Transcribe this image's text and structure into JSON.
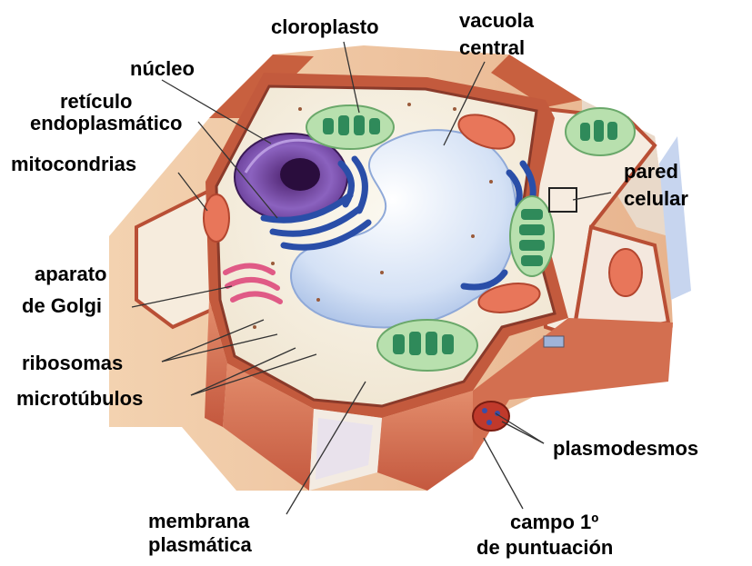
{
  "labels": {
    "cloroplasto": "cloroplasto",
    "vacuola_1": "vacuola",
    "vacuola_2": "central",
    "nucleo": "núcleo",
    "reticulo_1": "retículo",
    "reticulo_2": "endoplasmático",
    "mitocondrias": "mitocondrias",
    "pared_1": "pared",
    "pared_2": "celular",
    "golgi_1": "aparato",
    "golgi_2": "de Golgi",
    "ribosomas": "ribosomas",
    "microtubulos": "microtúbulos",
    "plasmodesmos": "plasmodesmos",
    "membrana_1": "membrana",
    "membrana_2": "plasmática",
    "campo_1": "campo 1º",
    "campo_2": "de puntuación"
  },
  "colors": {
    "cell_wall": "#d9785a",
    "wall_dark": "#8a3a2a",
    "cytoplasm": "#f7f2e6",
    "vacuole": "#c9d8f2",
    "chloroplast_outer": "#a8d8a0",
    "chloroplast_grana": "#2f8a5a",
    "mitochondria": "#e8765a",
    "nucleus": "#7a4aa8",
    "er": "#2a4ea8",
    "golgi": "#e05a86"
  }
}
